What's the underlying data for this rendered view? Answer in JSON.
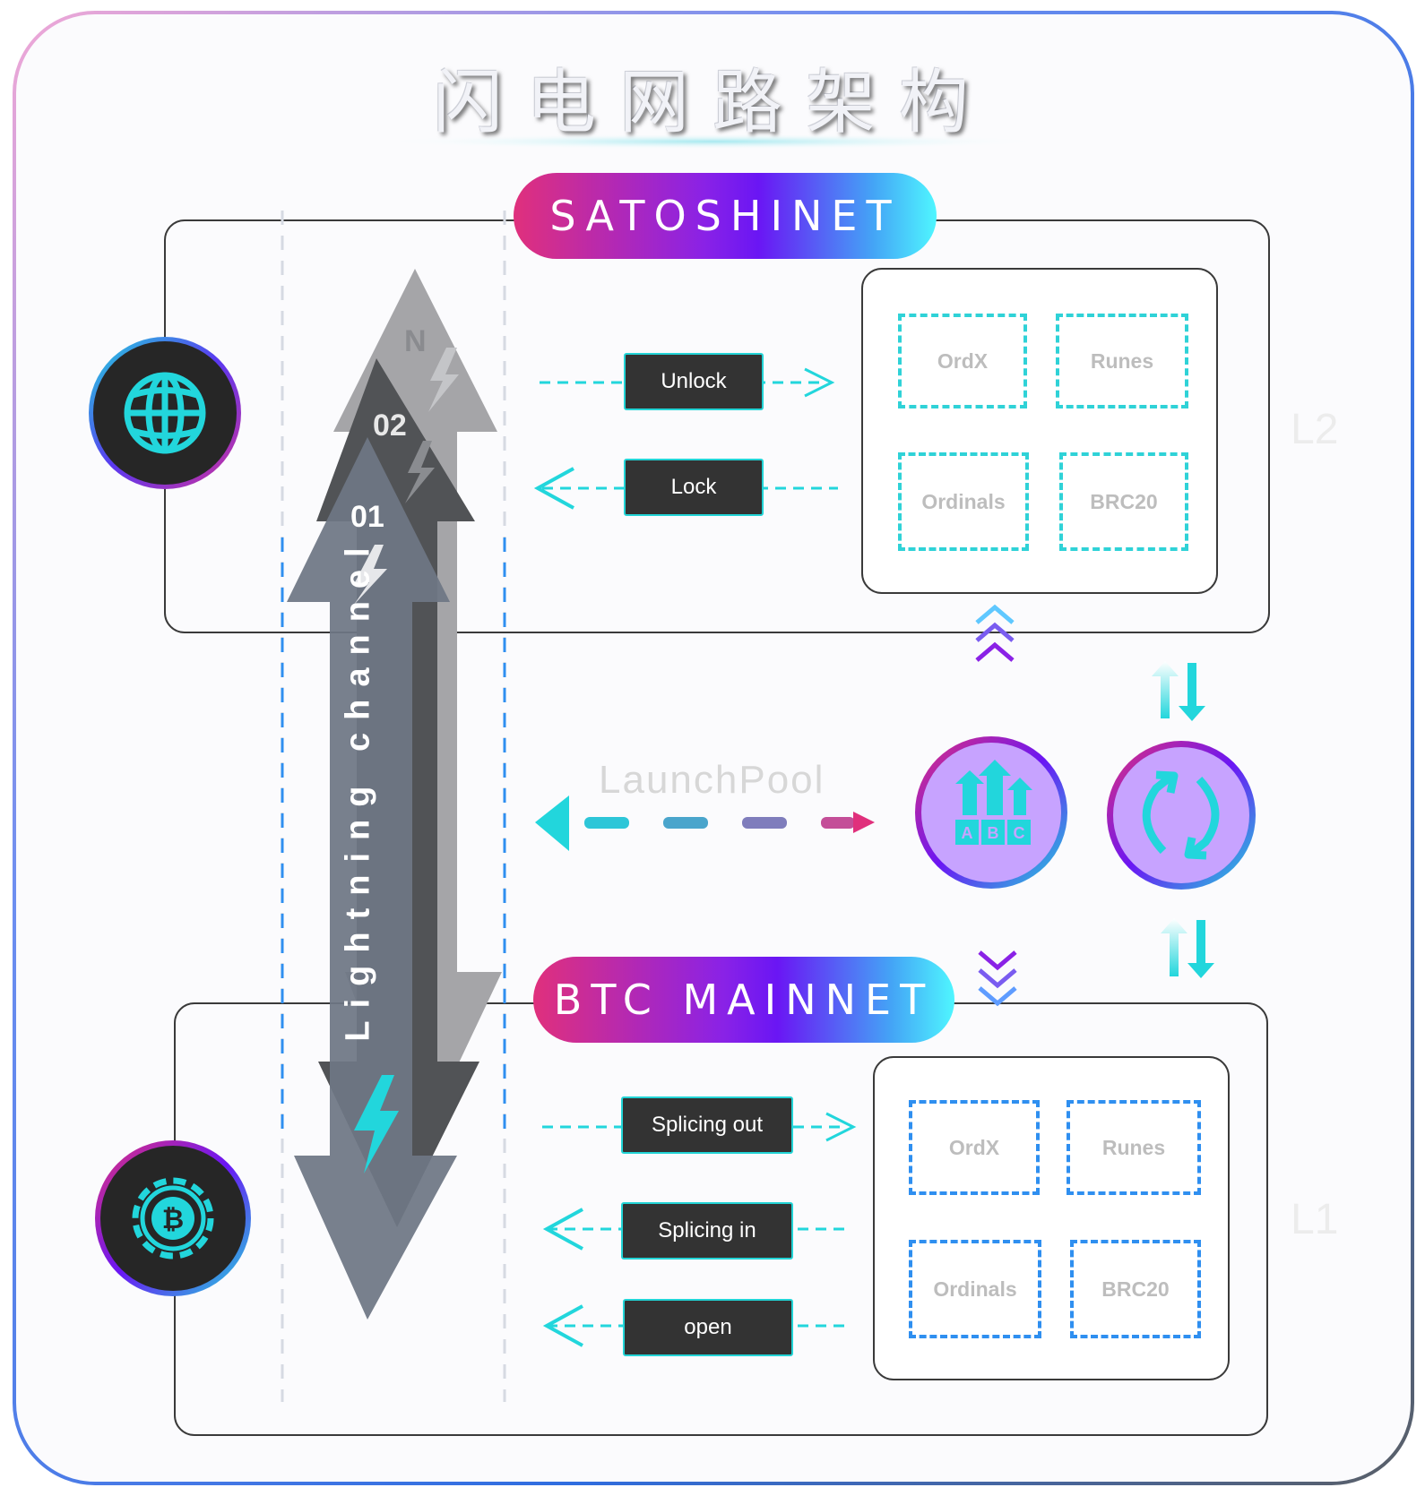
{
  "title": "闪电网路架构",
  "satoshinet": {
    "label": "SATOSHINET",
    "layer": "L2",
    "actions": {
      "unlock": "Unlock",
      "lock": "Lock"
    },
    "tokens": [
      "OrdX",
      "Runes",
      "Ordinals",
      "BRC20"
    ]
  },
  "mainnet": {
    "label": "BTC  MAINNET",
    "layer": "L1",
    "actions": {
      "splicing_out": "Splicing out",
      "splicing_in": "Splicing in",
      "open": "open"
    },
    "tokens": [
      "OrdX",
      "Runes",
      "Ordinals",
      "BRC20"
    ]
  },
  "channel": {
    "label": "Lightning channel",
    "arrows": [
      "N",
      "02",
      "01"
    ]
  },
  "launchpool": {
    "label": "LaunchPool",
    "letters": [
      "A",
      "B",
      "C"
    ]
  },
  "icons": [
    "globe-icon",
    "bitcoin-gear-icon",
    "launchpool-icon",
    "swap-icon",
    "lightning-icon"
  ],
  "colors": {
    "cyan": "#22d6dc",
    "blue": "#2f8ff0",
    "purple": "#8a22e6",
    "pink": "#e0307c",
    "dark": "#333333",
    "icon_bg": "#c7a3ff"
  }
}
